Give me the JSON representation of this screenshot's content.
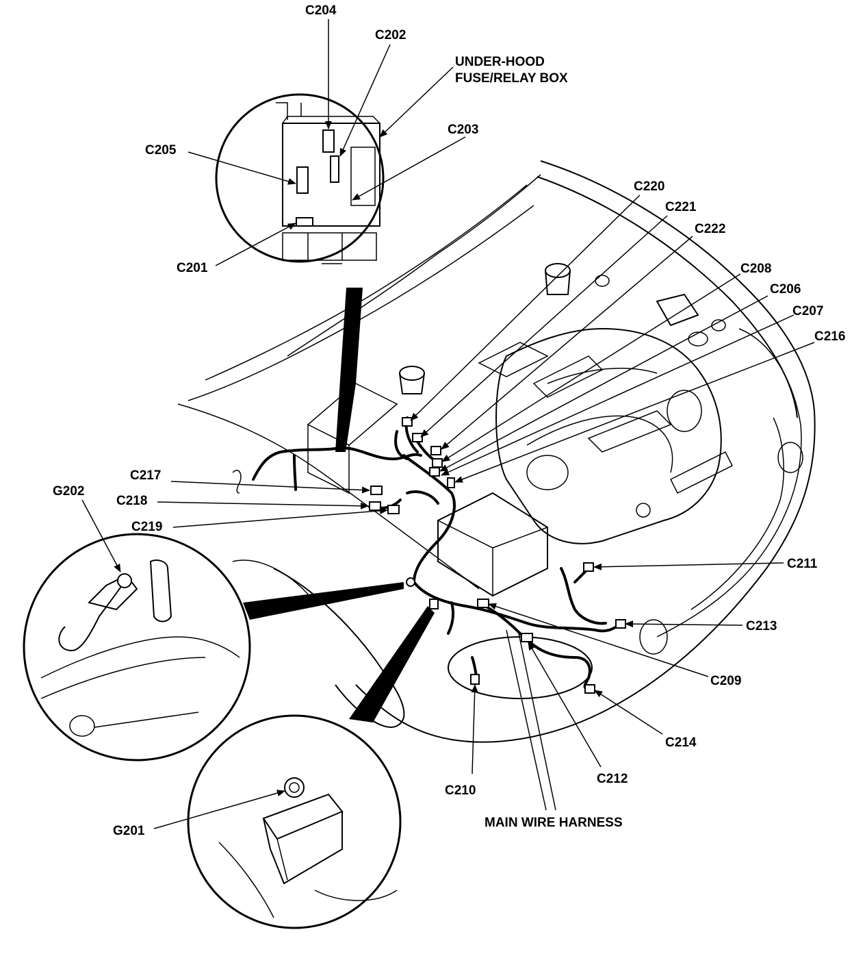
{
  "labels": {
    "c204": "C204",
    "c202": "C202",
    "fuse_box_line1": "UNDER-HOOD",
    "fuse_box_line2": "FUSE/RELAY BOX",
    "c203": "C203",
    "c205": "C205",
    "c201": "C201",
    "c220": "C220",
    "c221": "C221",
    "c222": "C222",
    "c208": "C208",
    "c206": "C206",
    "c207": "C207",
    "c216": "C216",
    "c217": "C217",
    "c218": "C218",
    "c219": "C219",
    "g202": "G202",
    "c211": "C211",
    "c213": "C213",
    "c209": "C209",
    "c214": "C214",
    "c210": "C210",
    "c212": "C212",
    "main_wire_harness": "MAIN WIRE HARNESS",
    "g201": "G201"
  },
  "colors": {
    "ink": "#000000",
    "paper": "#ffffff"
  }
}
